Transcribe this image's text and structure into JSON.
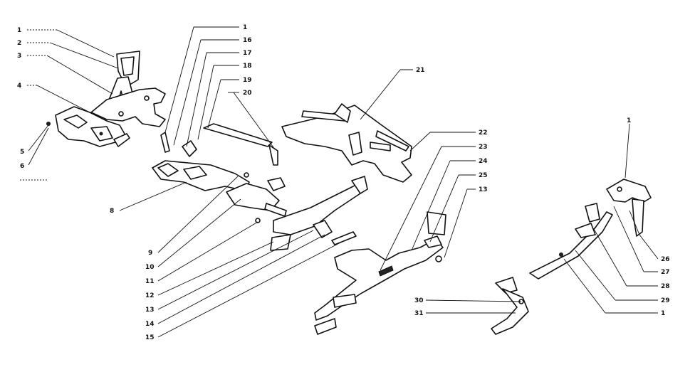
{
  "callouts": [
    {
      "id": "c1a",
      "text": "1"
    },
    {
      "id": "c2",
      "text": "2"
    },
    {
      "id": "c3",
      "text": "3"
    },
    {
      "id": "c4",
      "text": "4"
    },
    {
      "id": "c5",
      "text": "5"
    },
    {
      "id": "c6",
      "text": "6"
    },
    {
      "id": "c8",
      "text": "8"
    },
    {
      "id": "c9",
      "text": "9"
    },
    {
      "id": "c10",
      "text": "10"
    },
    {
      "id": "c11",
      "text": "11"
    },
    {
      "id": "c12",
      "text": "12"
    },
    {
      "id": "c13a",
      "text": "13"
    },
    {
      "id": "c14",
      "text": "14"
    },
    {
      "id": "c15",
      "text": "15"
    },
    {
      "id": "c1b",
      "text": "1"
    },
    {
      "id": "c16",
      "text": "16"
    },
    {
      "id": "c17",
      "text": "17"
    },
    {
      "id": "c18",
      "text": "18"
    },
    {
      "id": "c19",
      "text": "19"
    },
    {
      "id": "c20",
      "text": "20"
    },
    {
      "id": "c21",
      "text": "21"
    },
    {
      "id": "c22",
      "text": "22"
    },
    {
      "id": "c23",
      "text": "23"
    },
    {
      "id": "c24",
      "text": "24"
    },
    {
      "id": "c25",
      "text": "25"
    },
    {
      "id": "c13b",
      "text": "13"
    },
    {
      "id": "c1c",
      "text": "1"
    },
    {
      "id": "c26",
      "text": "26"
    },
    {
      "id": "c27",
      "text": "27"
    },
    {
      "id": "c28",
      "text": "28"
    },
    {
      "id": "c29",
      "text": "29"
    },
    {
      "id": "c1d",
      "text": "1"
    },
    {
      "id": "c30",
      "text": "30"
    },
    {
      "id": "c31",
      "text": "31"
    }
  ]
}
